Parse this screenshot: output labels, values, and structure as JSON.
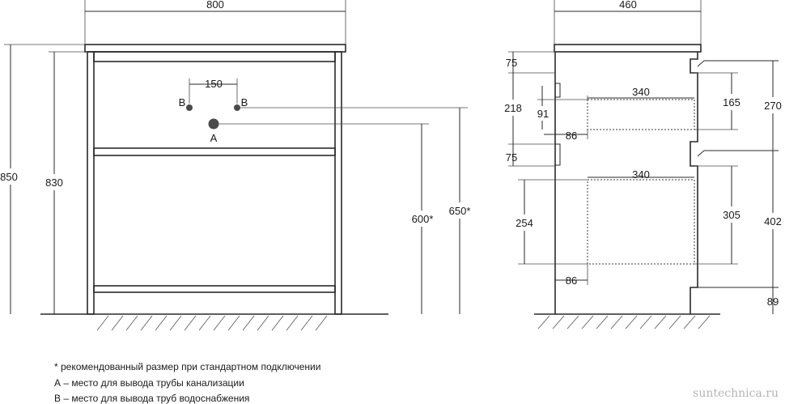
{
  "front_view": {
    "width": "800",
    "height_total": "850",
    "height_body": "830",
    "pipe_spacing": "150",
    "label_b_left": "B",
    "label_b_right": "B",
    "label_a": "A",
    "height_drain": "600*",
    "height_supply": "650*"
  },
  "side_view": {
    "depth": "460",
    "top_gap": "75",
    "upper_drawer_zone": "218",
    "upper_offset": "91",
    "upper_drawer_width": "340",
    "upper_drawer_height": "165",
    "upper_drawer_setback": "86",
    "upper_section": "270",
    "middle_gap": "75",
    "lower_drawer_width": "340",
    "lower_drawer_zone": "254",
    "lower_drawer_height": "305",
    "lower_section": "402",
    "lower_drawer_setback": "86",
    "plinth": "89"
  },
  "notes": [
    "* рекомендованный размер при стандартном подключении",
    "А – место для вывода трубы канализации",
    "В – место для вывода труб водоснабжения"
  ],
  "watermark": "suntechnica.ru",
  "colors": {
    "line": "#2a2a2a",
    "background": "#ffffff",
    "pipe": "#4a4a4a",
    "watermark": "#b4b4b4"
  }
}
